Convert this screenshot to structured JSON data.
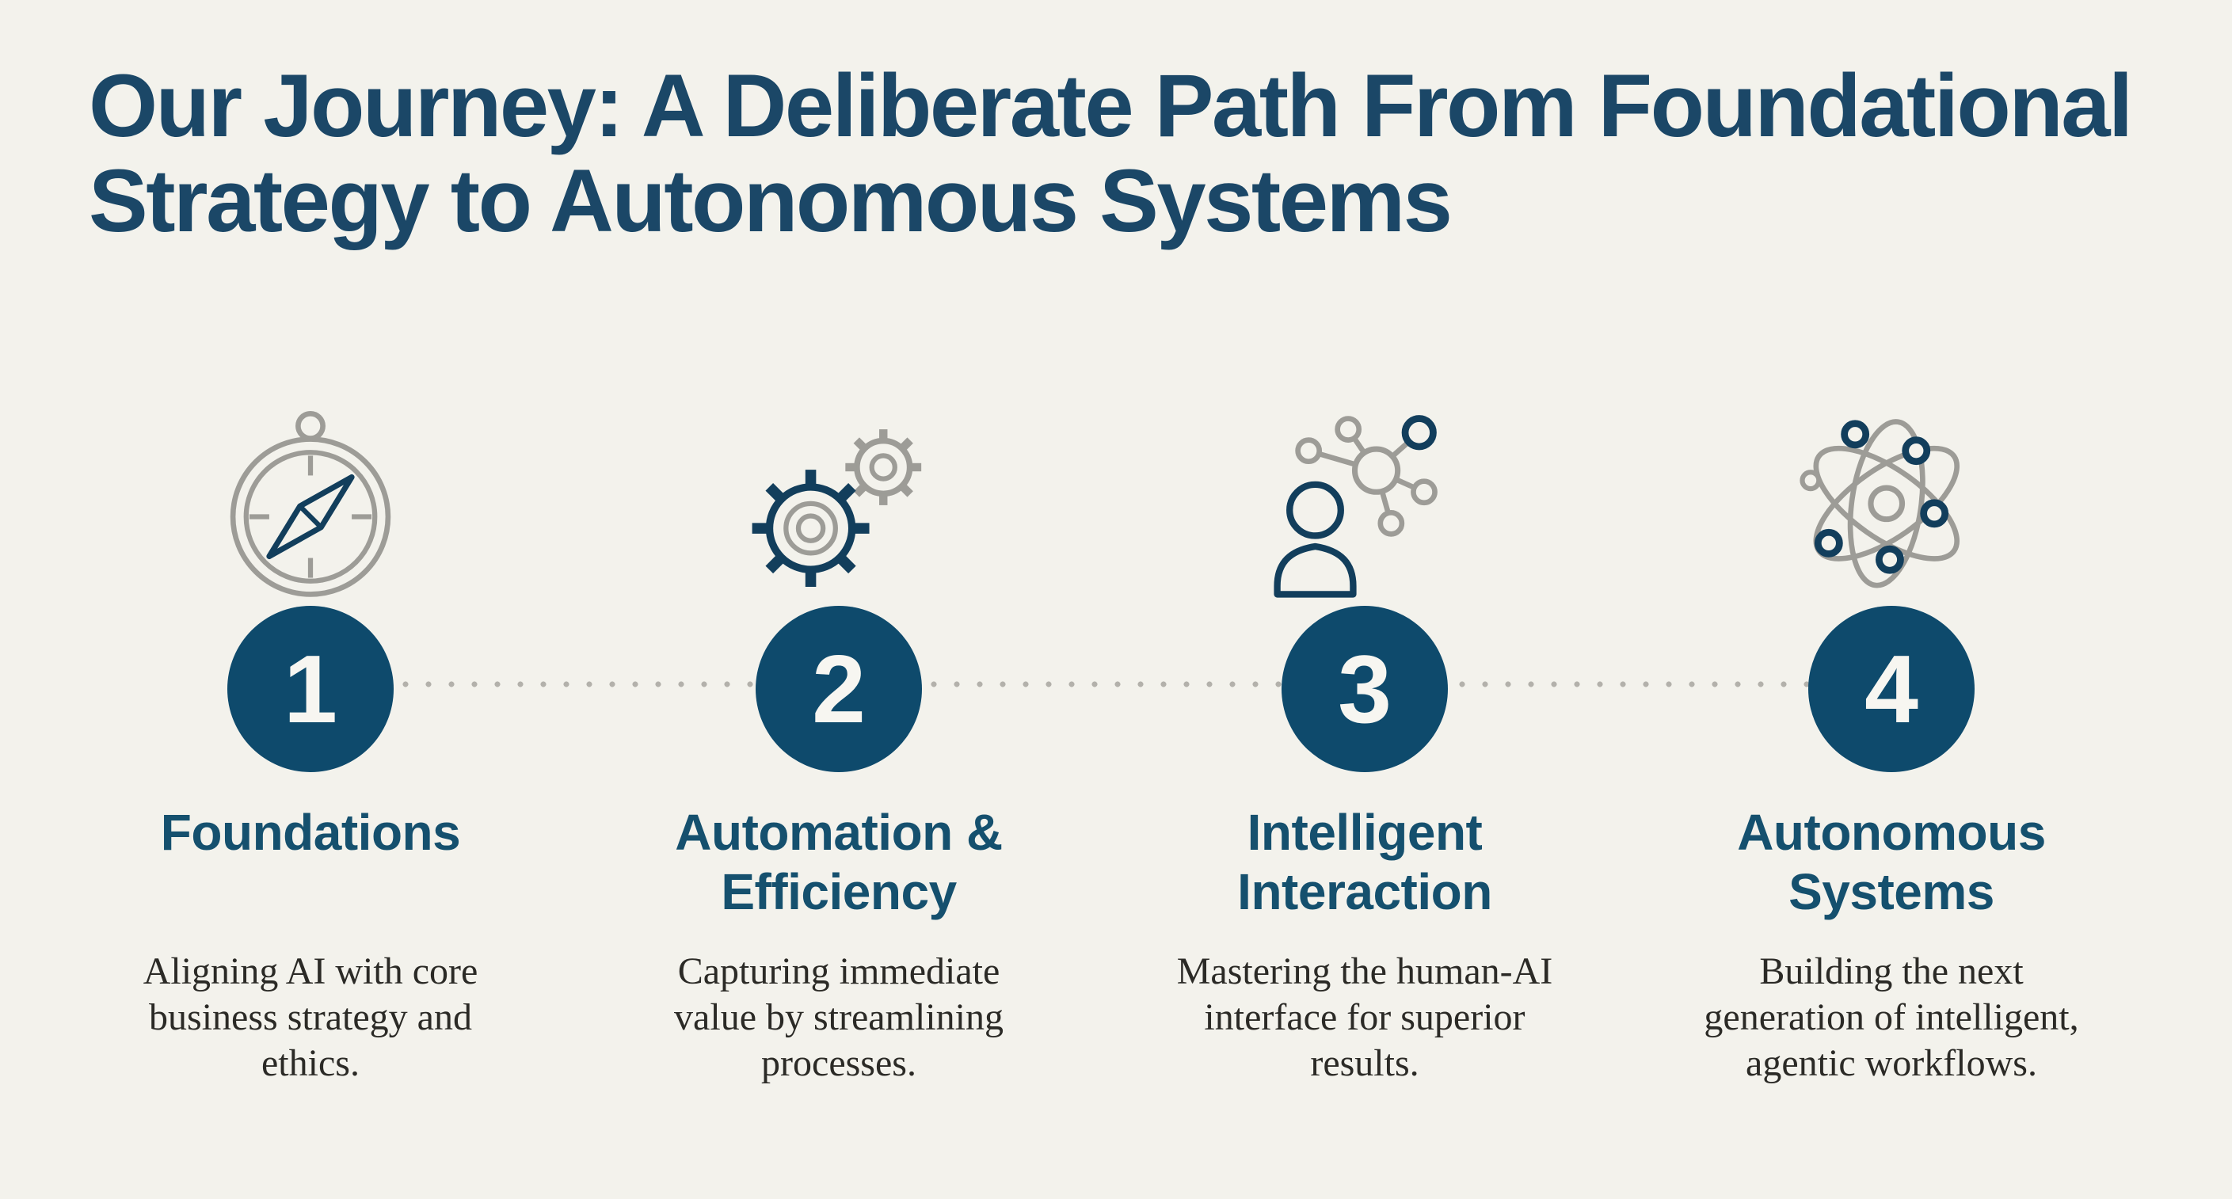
{
  "title": {
    "text": "Our Journey: A Deliberate Path From Foundational\nStrategy to Autonomous Systems"
  },
  "colors": {
    "background": "#f3f2ec",
    "heading_navy": "#1b4767",
    "step_title_navy": "#15506e",
    "badge_navy": "#0e4a6c",
    "badge_text": "#f7f6f1",
    "icon_gray": "#9d9c97",
    "icon_navy": "#123e5c",
    "connector_dot_gray": "#b3b1ab",
    "description_text": "#2b2a26"
  },
  "connector": {
    "style": "dotted-line"
  },
  "steps": [
    {
      "number": "1",
      "icon": "compass-icon",
      "title": "Foundations",
      "description": "Aligning AI with core\nbusiness strategy and\nethics."
    },
    {
      "number": "2",
      "icon": "gears-icon",
      "title": "Automation &\nEfficiency",
      "description": "Capturing immediate\nvalue by streamlining\nprocesses."
    },
    {
      "number": "3",
      "icon": "human-network-icon",
      "title": "Intelligent\nInteraction",
      "description": "Mastering the human-AI\ninterface for superior\nresults."
    },
    {
      "number": "4",
      "icon": "atom-icon",
      "title": "Autonomous\nSystems",
      "description": "Building the next\ngeneration of intelligent,\nagentic workflows."
    }
  ]
}
